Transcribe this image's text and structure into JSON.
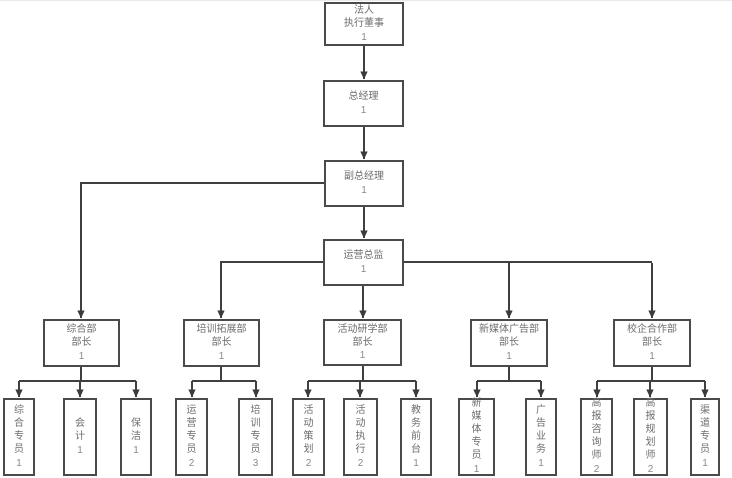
{
  "diagram": {
    "type": "org-chart",
    "colors": {
      "background": "#ffffff",
      "box_border": "#4a4a4a",
      "connector_line": "#404040",
      "arrowhead": "#3b3b3b",
      "label_text": "#6e6e6e",
      "count_text": "#8a8a8a"
    },
    "nodes": {
      "root": {
        "label": "法人",
        "label2": "执行董事",
        "count": "1"
      },
      "gm": {
        "label": "总经理",
        "count": "1"
      },
      "dgm": {
        "label": "副总经理",
        "count": "1"
      },
      "director": {
        "label": "运营总监",
        "count": "1"
      },
      "dept1": {
        "label": "综合部",
        "label2": "部长",
        "count": "1"
      },
      "dept2": {
        "label": "培训拓展部",
        "label2": "部长",
        "count": "1"
      },
      "dept3": {
        "label": "活动研学部",
        "label2": "部长",
        "count": "1"
      },
      "dept4": {
        "label": "新媒体广告部",
        "label2": "部长",
        "count": "1"
      },
      "dept5": {
        "label": "校企合作部",
        "label2": "部长",
        "count": "1"
      },
      "leaf1": {
        "label": "综合专员",
        "count": "1"
      },
      "leaf2": {
        "label": "会计",
        "count": "1"
      },
      "leaf3": {
        "label": "保洁",
        "count": "1"
      },
      "leaf4": {
        "label": "运营专员",
        "count": "2"
      },
      "leaf5": {
        "label": "培训专员",
        "count": "3"
      },
      "leaf6": {
        "label": "活动策划",
        "count": "2"
      },
      "leaf7": {
        "label": "活动执行",
        "count": "2"
      },
      "leaf8": {
        "label": "教务前台",
        "count": "1"
      },
      "leaf9": {
        "label": "新媒体专员",
        "count": "1"
      },
      "leaf10": {
        "label": "广告业务",
        "count": "1"
      },
      "leaf11": {
        "label": "高报咨询师",
        "count": "2"
      },
      "leaf12": {
        "label": "高报规划师",
        "count": "2"
      },
      "leaf13": {
        "label": "渠道专员",
        "count": "1"
      }
    },
    "edges": [
      "root>gm",
      "gm>dgm",
      "dgm>director",
      "dgm>dept1",
      "director>dept2",
      "director>dept3",
      "director>dept4",
      "director>dept5",
      "dept1>leaf1",
      "dept1>leaf2",
      "dept1>leaf3",
      "dept2>leaf4",
      "dept2>leaf5",
      "dept3>leaf6",
      "dept3>leaf7",
      "dept3>leaf8",
      "dept4>leaf9",
      "dept4>leaf10",
      "dept5>leaf11",
      "dept5>leaf12",
      "dept5>leaf13"
    ]
  }
}
